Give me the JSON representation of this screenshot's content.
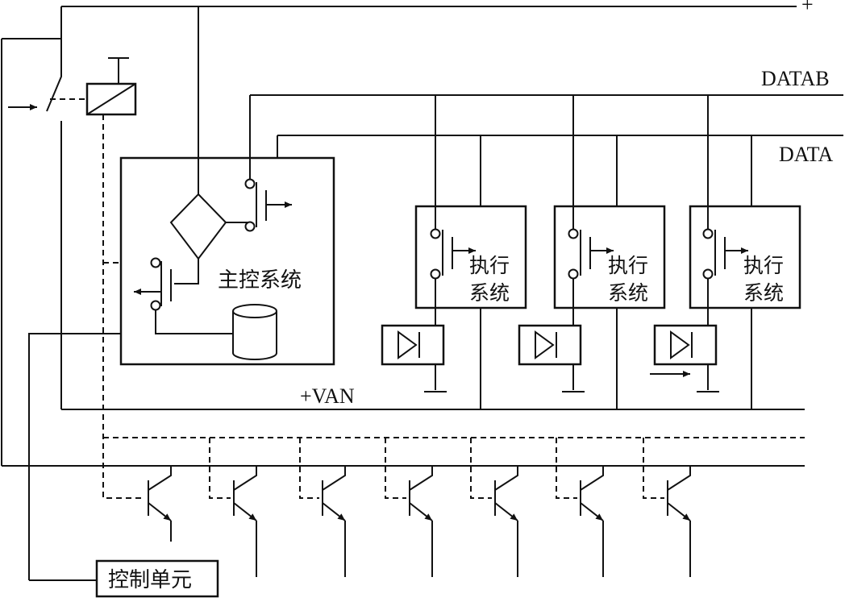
{
  "labels": {
    "plus": "+",
    "datab": "DATAB",
    "data": "DATA",
    "van": "+VAN",
    "main_control": "主控系统",
    "control_unit": "控制单元"
  },
  "executors": [
    {
      "line1": "执行",
      "line2": "系统"
    },
    {
      "line1": "执行",
      "line2": "系统"
    },
    {
      "line1": "执行",
      "line2": "系统"
    }
  ]
}
